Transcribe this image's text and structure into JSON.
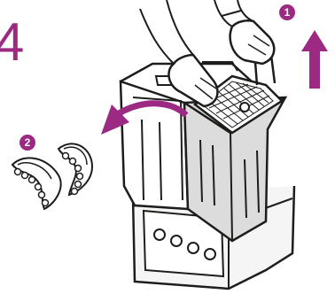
{
  "step_number": "4",
  "badges": {
    "lift_step": "1",
    "rotate_step": "2"
  },
  "colors": {
    "accent": "#9c2a83",
    "outline": "#1d1d1b",
    "basket_fill": "#dcdcdc",
    "base_fill": "#f5f5f5"
  },
  "icons": {
    "up_arrow": "up-arrow-icon",
    "curved_arrow": "curved-left-arrow-icon",
    "gloved_hands": "gloved-hand-icon",
    "dentures": "denture-icon"
  }
}
